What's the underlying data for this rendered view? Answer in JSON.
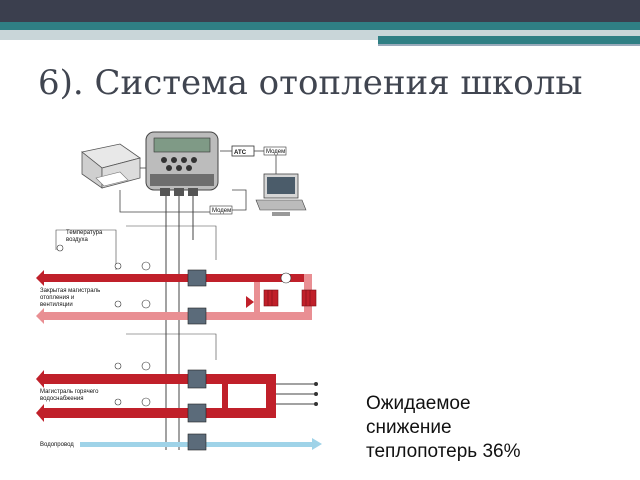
{
  "slide": {
    "title": "6). Система отопления школы",
    "body_lines": [
      "Ожидаемое",
      "снижение",
      "теплопотерь 36%"
    ]
  },
  "diagram": {
    "labels": {
      "ats": "АТС",
      "modem_top": "Модем",
      "modem_bottom": "Модем",
      "air_temp_line1": "Температура",
      "air_temp_line2": "воздуха",
      "closed_main_line1": "Закрытая магистраль",
      "closed_main_line2": "отопления и",
      "closed_main_line3": "вентиляции",
      "hot_water_line1": "Магистраль горячего",
      "hot_water_line2": "водоснабжения",
      "water_supply": "Водопровод"
    },
    "colors": {
      "pipe_red": "#c0202a",
      "pipe_pink": "#e98f93",
      "water_blue": "#9fd3e8",
      "wire": "#444444"
    }
  }
}
